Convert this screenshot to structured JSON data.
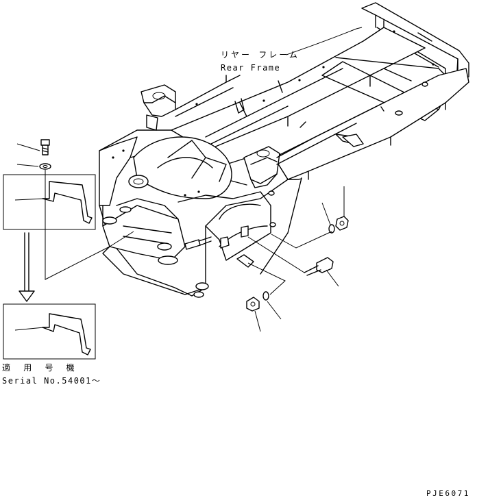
{
  "labels": {
    "part_name_jp": "リヤー フレーム",
    "part_name_en": "Rear Frame",
    "applicable_jp": "適 用 号 機",
    "applicable_serial": "Serial No.54001～",
    "drawing_code": "PJE6071"
  },
  "colors": {
    "line": "#000000",
    "background": "#ffffff"
  }
}
